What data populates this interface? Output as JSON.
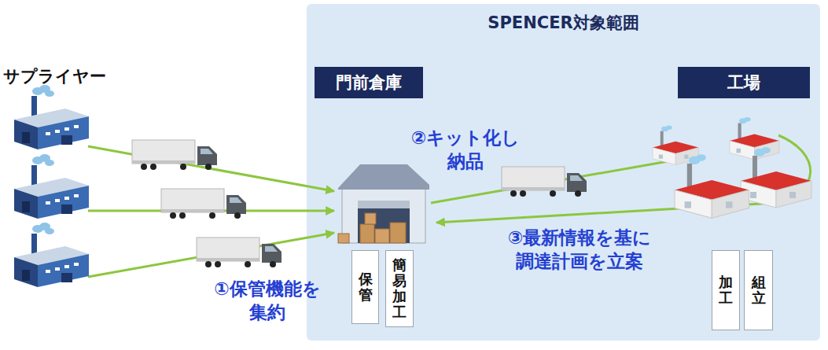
{
  "diagram": {
    "nodes": [
      {
        "text": [
          "SPENCER対象範囲"
        ]
      },
      {
        "text": [
          "門前倉庫"
        ],
        "in": 0
      },
      {
        "text": [
          "工場"
        ],
        "in": 0
      },
      {
        "text": [
          "保管"
        ],
        "in": 0
      },
      {
        "text": [
          "簡易加工"
        ],
        "in": 0
      },
      {
        "text": [
          "加工"
        ],
        "in": 0
      },
      {
        "text": [
          "組立"
        ],
        "in": 0
      }
    ],
    "labels": [
      "サプライヤー",
      "①保管機能を 集約",
      "②キット化し 納品",
      "③最新情報を基に 調達計画を立案"
    ]
  }
}
